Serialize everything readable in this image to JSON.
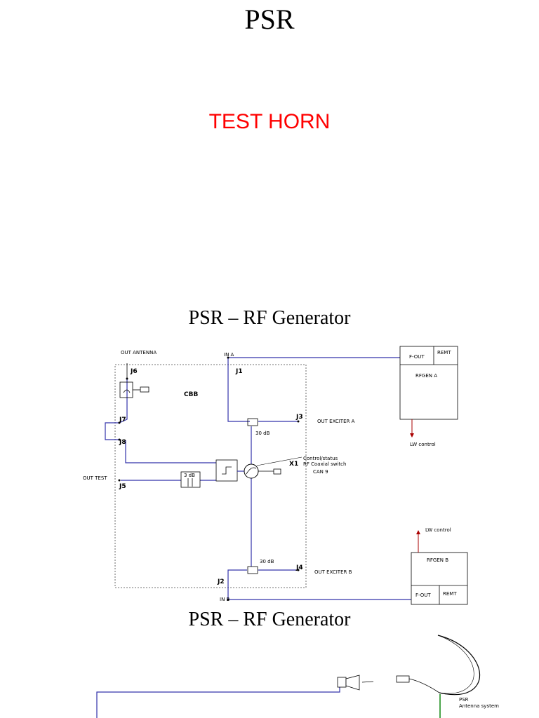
{
  "slide1": {
    "title": "PSR",
    "subtitle": "TEST HORN",
    "subtitle_color": "#ff0000"
  },
  "slide2": {
    "title": "PSR – RF Generator",
    "diagram": {
      "out_antenna": "OUT ANTENNA",
      "j6": "J6",
      "j7": "J7",
      "j8": "J8",
      "j5": "J5",
      "j1": "J1",
      "j2": "J2",
      "j3": "J3",
      "j4": "J4",
      "in_a": "IN A",
      "in_b": "IN B",
      "out_test": "OUT TEST",
      "block_label": "CBB",
      "out_exciter_a": "OUT EXCITER A",
      "out_exciter_b": "OUT EXCITER B",
      "att_30db_top": "30 dB",
      "att_30db_bottom": "30 dB",
      "att_3db": "3 dB",
      "x1": "X1",
      "switch_desc_1": "Control/status",
      "switch_desc_2": "RF Coaxial switch",
      "switch_desc_3": "CAN 9",
      "rfgen_a_fout": "F-OUT",
      "rfgen_a_remt": "REMT",
      "rfgen_a_name": "RFGEN A",
      "rfgen_b_fout": "F-OUT",
      "rfgen_b_remt": "REMT",
      "rfgen_b_name": "RFGEN B",
      "lw_control_a": "LW control",
      "lw_control_b": "LW control"
    },
    "colors": {
      "wire": "#3333aa",
      "control": "#aa0000"
    }
  },
  "slide3": {
    "title": "PSR – RF Generator",
    "antenna_label_1": "PSR",
    "antenna_label_2": "Antenna system"
  }
}
